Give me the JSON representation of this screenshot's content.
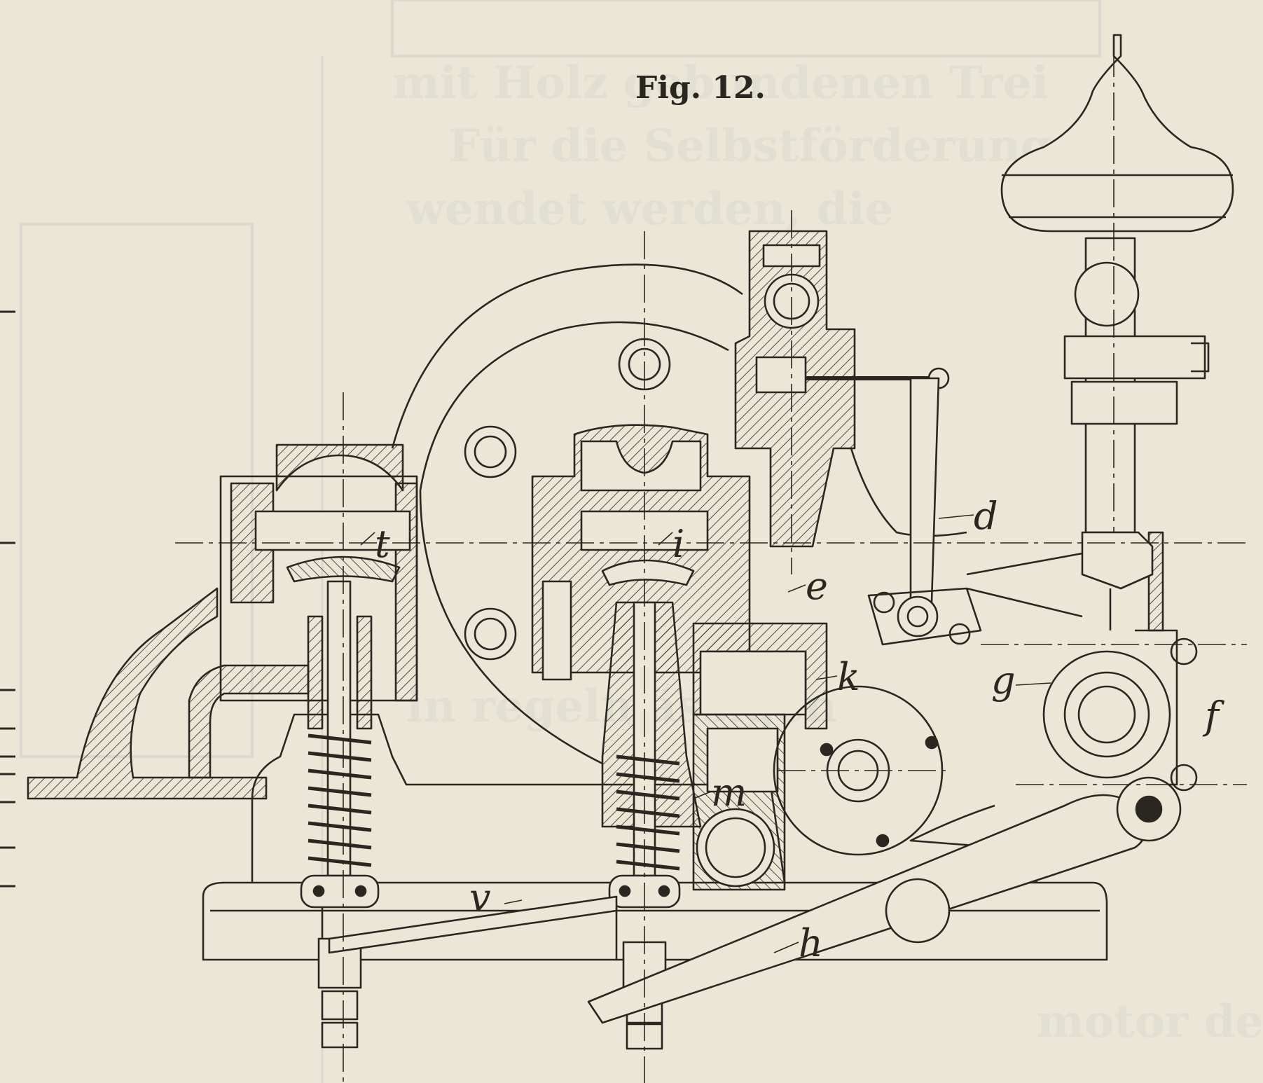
{
  "figure": {
    "caption": "Fig. 12."
  },
  "labels": {
    "t": "t",
    "i": "i",
    "d": "d",
    "e": "e",
    "k": "k",
    "g": "g",
    "f": "f",
    "m": "m",
    "v": "v",
    "h": "h"
  },
  "colors": {
    "paper": "#ebe6d5",
    "ink": "#2a2620",
    "bleed": "#c7cdcb"
  }
}
